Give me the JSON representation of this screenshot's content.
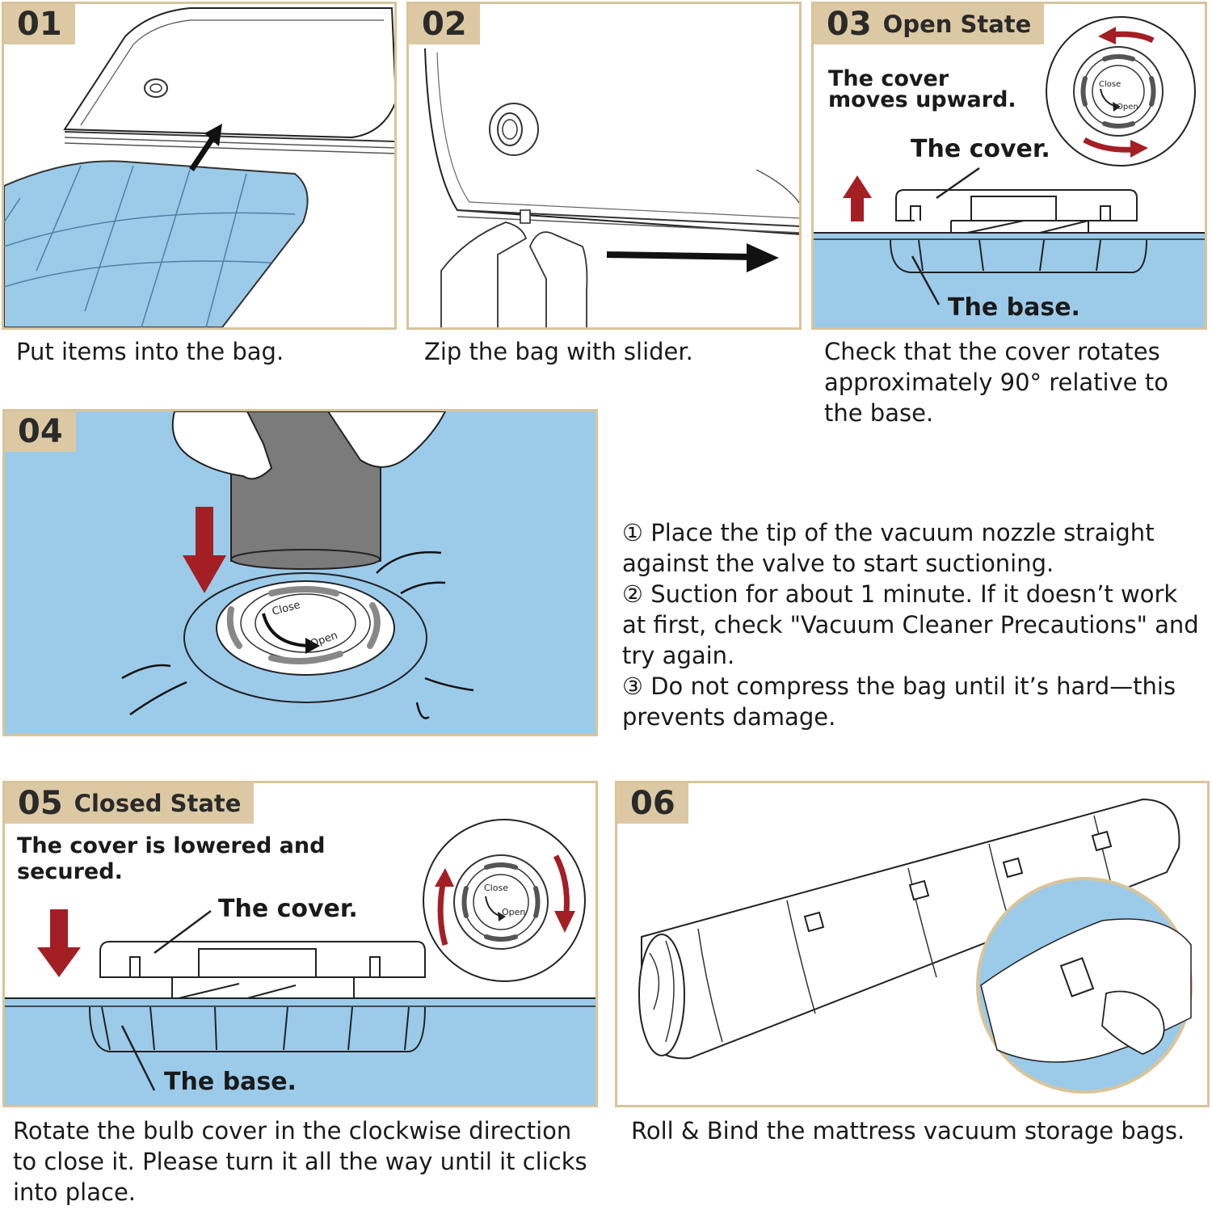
{
  "panels": {
    "p1": {
      "number": "01",
      "caption": "Put items into the bag."
    },
    "p2": {
      "number": "02",
      "caption": "Zip the bag with slider."
    },
    "p3": {
      "number": "03",
      "title": "Open State",
      "note_line1": "The cover",
      "note_line2": "moves upward.",
      "cover_label": "The cover.",
      "base_label": "The base.",
      "caption": "Check that the cover rotates approximately 90° relative to the base."
    },
    "p4": {
      "number": "04",
      "steps": [
        "① Place the tip of the vacuum nozzle straight against the valve to start suctioning.",
        "② Suction for about 1 minute. If it doesn’t work at first, check \"Vacuum Cleaner Precautions\" and try again.",
        "③ Do not compress the bag until it’s hard—this prevents damage."
      ]
    },
    "p5": {
      "number": "05",
      "title": "Closed State",
      "note": "The cover is lowered and secured.",
      "cover_label": "The cover.",
      "base_label": "The base.",
      "caption": "Rotate the bulb cover in the clockwise direction to close it. Please turn it all the way until it clicks into place."
    },
    "p6": {
      "number": "06",
      "caption": "Roll & Bind the mattress vacuum storage bags."
    }
  },
  "valve_labels": {
    "close": "Close",
    "open": "Open"
  },
  "icons": [
    "up-arrow-icon",
    "down-arrow-icon",
    "right-arrow-icon",
    "rotate-arrow-icon"
  ],
  "colors": {
    "frame": "#d9c49a",
    "badge": "#dcc9a3",
    "blue": "#9ccbea",
    "arrow_red": "#a31f24"
  }
}
